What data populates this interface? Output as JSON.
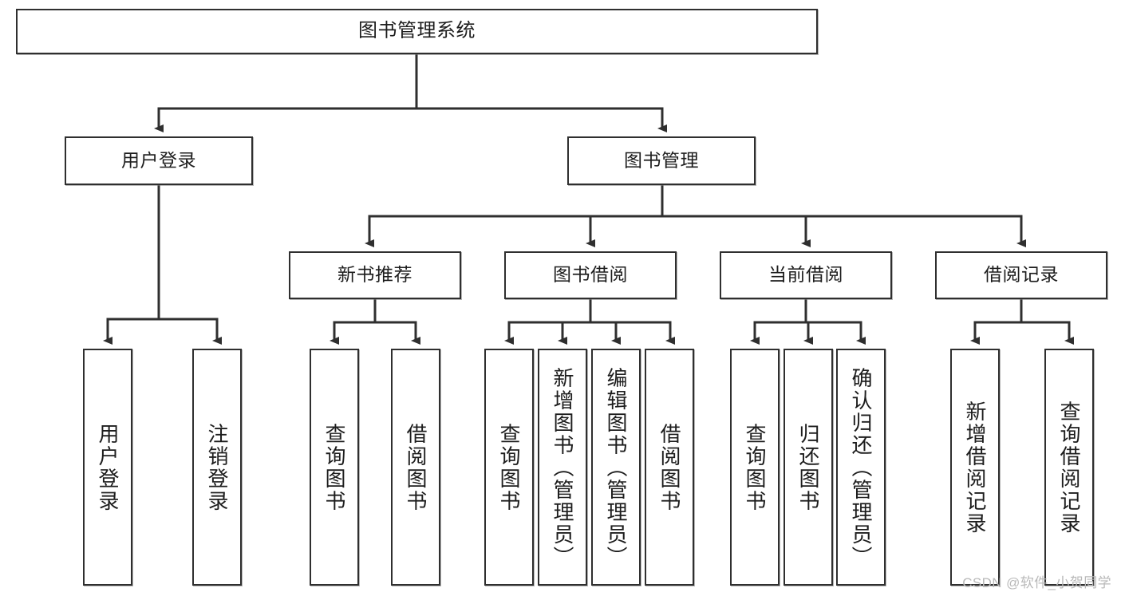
{
  "diagram": {
    "title": "图书管理系统",
    "type": "tree-hierarchy-functional-decomposition",
    "root": {
      "label": "图书管理系统"
    },
    "level1": [
      {
        "label": "用户登录"
      },
      {
        "label": "图书管理"
      }
    ],
    "level2": [
      {
        "label": "新书推荐"
      },
      {
        "label": "图书借阅"
      },
      {
        "label": "当前借阅"
      },
      {
        "label": "借阅记录"
      }
    ],
    "leaves": {
      "user_login": [
        {
          "label": "用户登录"
        },
        {
          "label": "注销登录"
        }
      ],
      "new_book_recommend": [
        {
          "label": "查询图书"
        },
        {
          "label": "借阅图书"
        }
      ],
      "book_borrow": [
        {
          "label": "查询图书"
        },
        {
          "label": "新增图书（管理员）"
        },
        {
          "label": "编辑图书（管理员）"
        },
        {
          "label": "借阅图书"
        }
      ],
      "current_borrow": [
        {
          "label": "查询图书"
        },
        {
          "label": "归还图书"
        },
        {
          "label": "确认归还（管理员）"
        }
      ],
      "borrow_record": [
        {
          "label": "新增借阅记录"
        },
        {
          "label": "查询借阅记录"
        }
      ]
    }
  },
  "watermark": {
    "text": "CSDN @软件_小贺同学"
  },
  "colors": {
    "stroke": "#2f2f2f",
    "fill": "#ffffff",
    "text": "#1d1d1d",
    "watermark": "#b9b9b9"
  }
}
